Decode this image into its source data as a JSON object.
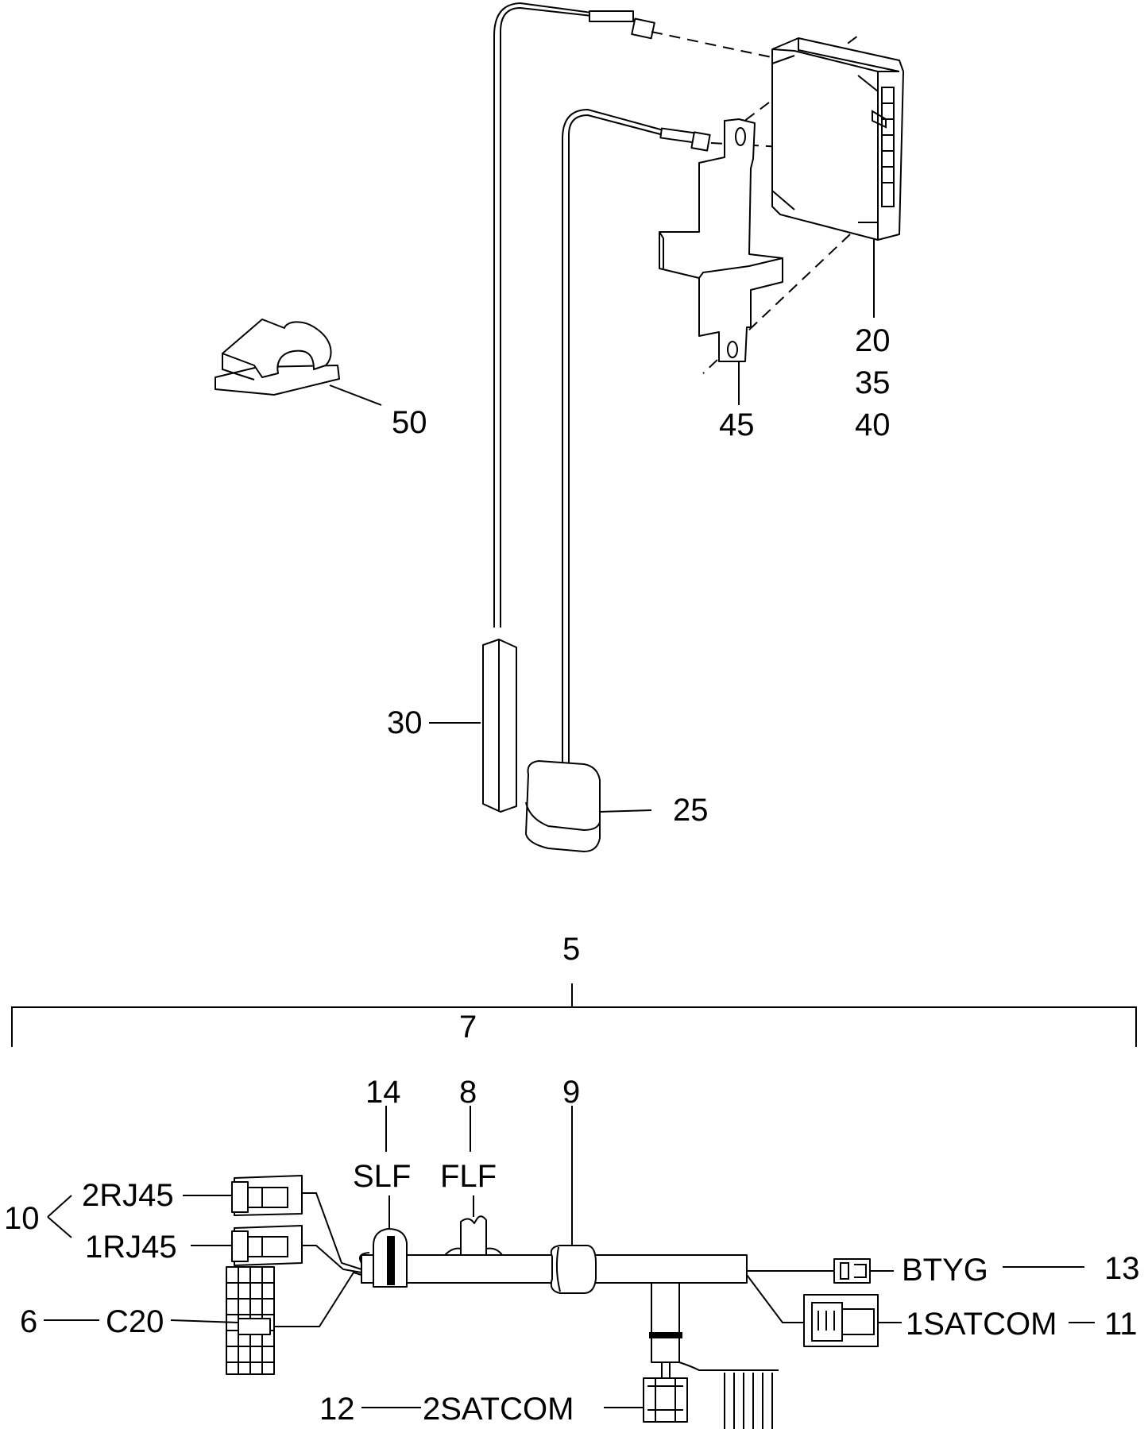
{
  "callouts": {
    "c20": "20",
    "c35": "35",
    "c40": "40",
    "c45": "45",
    "c50": "50",
    "c30": "30",
    "c25": "25",
    "c5": "5",
    "c7": "7",
    "c8": "8",
    "c9": "9",
    "c14": "14",
    "c10": "10",
    "c6": "6",
    "c12": "12",
    "c13": "13",
    "c11": "11"
  },
  "connectors": {
    "slf": "SLF",
    "flf": "FLF",
    "rj45_2": "2RJ45",
    "rj45_1": "1RJ45",
    "c20": "C20",
    "btyg": "BTYG",
    "satcom_1": "1SATCOM",
    "satcom_2": "2SATCOM"
  }
}
